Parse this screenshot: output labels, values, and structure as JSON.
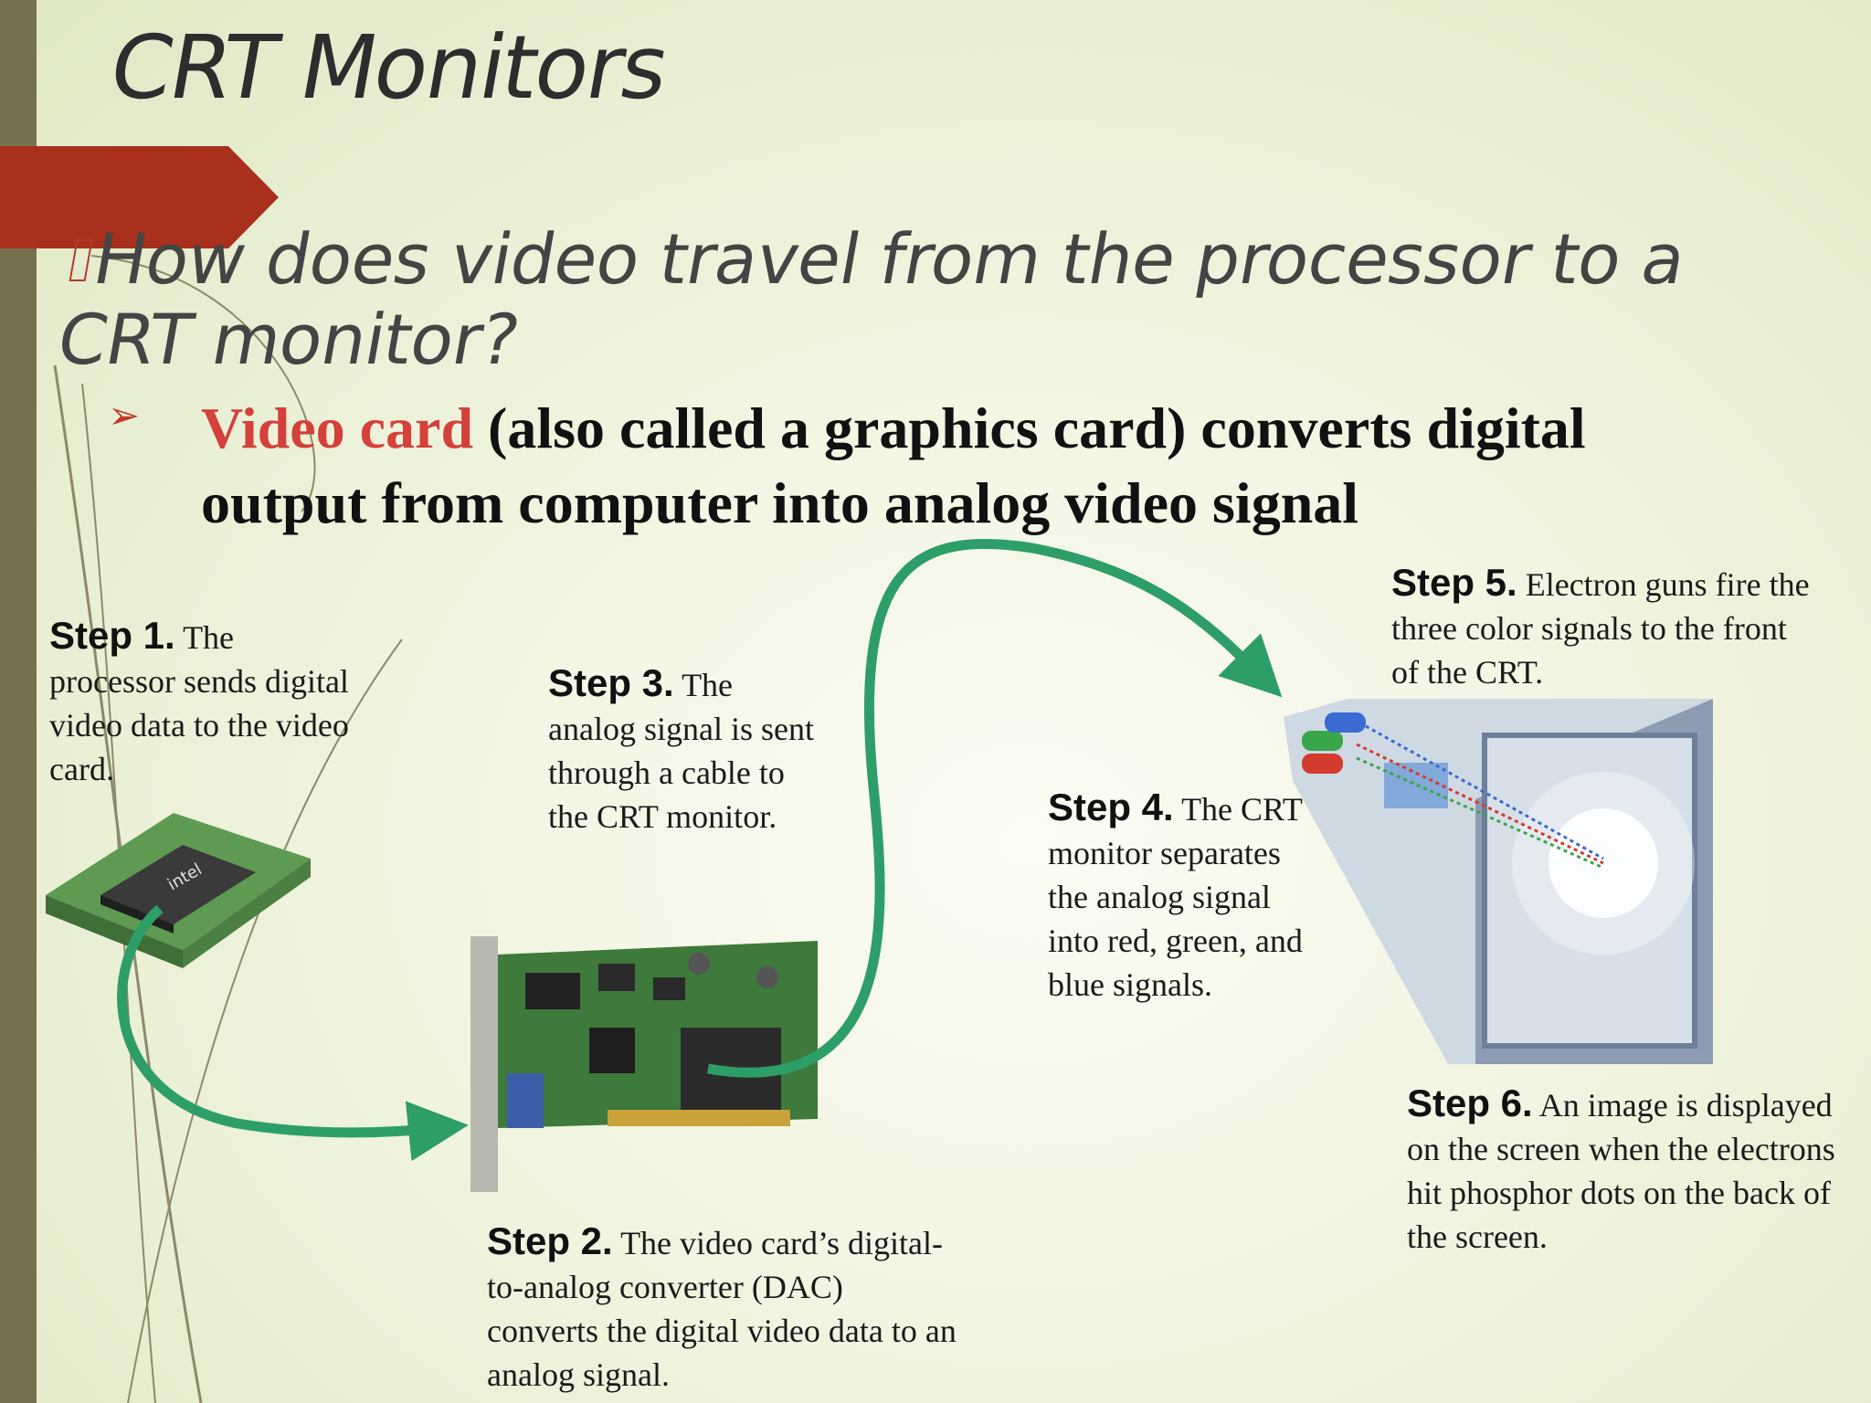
{
  "slide": {
    "title": "CRT Monitors",
    "question": "How does video travel from the processor to a CRT monitor?",
    "sub_bullet": {
      "highlight": "Video card",
      "text": " (also called a graphics card) converts digital output from computer into analog video signal"
    }
  },
  "steps": [
    {
      "label": "Step 1.",
      "text": " The processor sends digital video data to the video card."
    },
    {
      "label": "Step 2.",
      "text": " The video card’s digital-to-analog converter (DAC) converts the digital video data to an analog signal."
    },
    {
      "label": "Step 3.",
      "text": " The analog signal is sent through a cable to the CRT monitor."
    },
    {
      "label": "Step 4.",
      "text": " The CRT monitor separates the analog signal into red, green, and blue signals."
    },
    {
      "label": "Step 5.",
      "text": " Electron guns fire the three color signals to the front of the CRT."
    },
    {
      "label": "Step 6.",
      "text": " An image is displayed on the screen when the electrons hit phosphor dots on the back of the screen."
    }
  ],
  "colors": {
    "accent_red": "#d3413a",
    "arrow_green": "#2e9e68",
    "left_bar": "#77704f"
  },
  "icons": [
    "processor-chip",
    "video-card",
    "crt-tube"
  ]
}
